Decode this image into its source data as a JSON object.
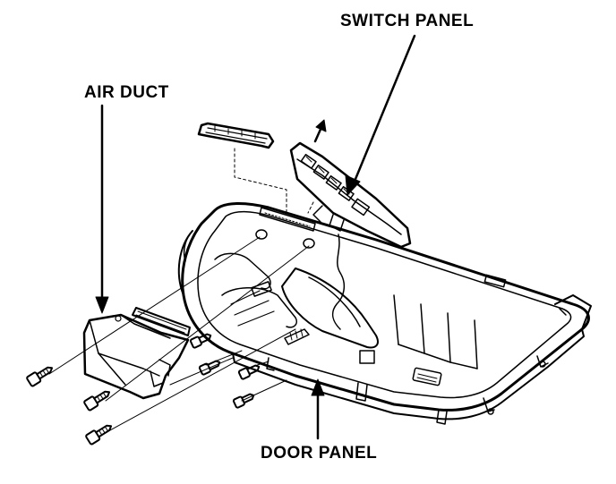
{
  "labels": {
    "switch_panel": "SWITCH PANEL",
    "air_duct": "AIR DUCT",
    "door_panel": "DOOR PANEL"
  },
  "colors": {
    "ink": "#000000",
    "paper": "#ffffff"
  },
  "screws_count_shown": 7
}
